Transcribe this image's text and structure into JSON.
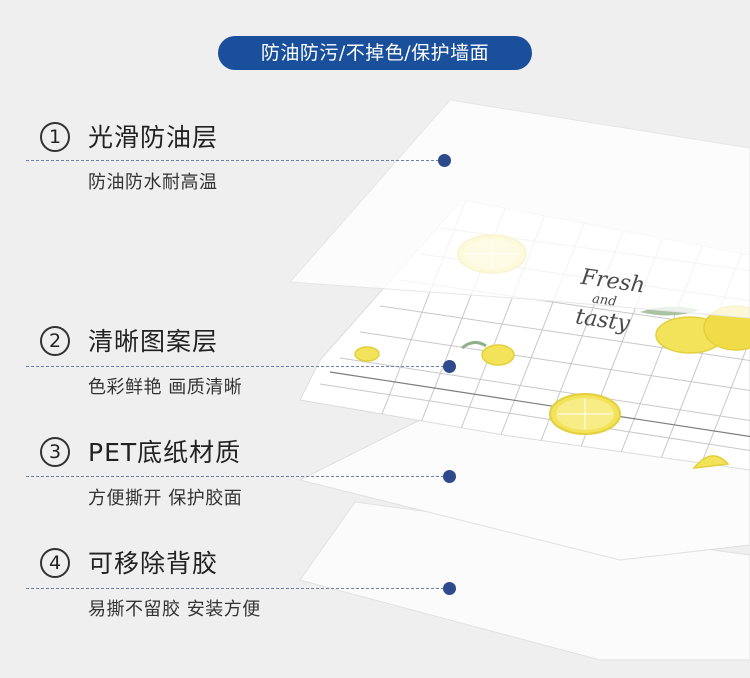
{
  "header": {
    "label": "防油防污/不掉色/保护墙面"
  },
  "layers": [
    {
      "num": "1",
      "title": "光滑防油层",
      "subtitle": "防油防水耐高温"
    },
    {
      "num": "2",
      "title": "清晰图案层",
      "subtitle": "色彩鲜艳 画质清晰"
    },
    {
      "num": "3",
      "title": "PET底纸材质",
      "subtitle": "方便撕开 保护胶面"
    },
    {
      "num": "4",
      "title": "可移除背胶",
      "subtitle": "易撕不留胶 安装方便"
    }
  ],
  "pattern": {
    "script_line1": "Fresh",
    "script_line2": "and",
    "script_line3": "tasty"
  },
  "colors": {
    "accent": "#1a4f9c",
    "dot": "#2c4a8c",
    "lemon": "#f3e35a",
    "leaf": "#8fb08a"
  }
}
